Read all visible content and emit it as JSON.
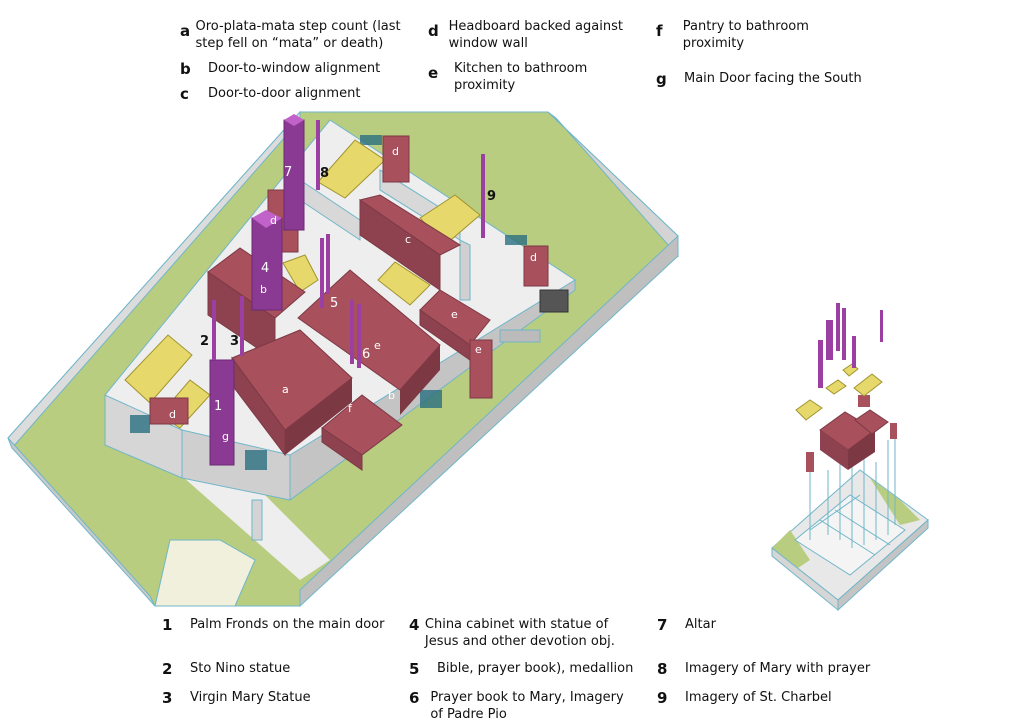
{
  "legend_letters": [
    {
      "key": "a",
      "text": "Oro-plata-mata step count (last step fell on “mata” or death)"
    },
    {
      "key": "b",
      "text": "Door-to-window alignment"
    },
    {
      "key": "c",
      "text": "Door-to-door alignment"
    },
    {
      "key": "d",
      "text": "Headboard backed against window wall"
    },
    {
      "key": "e",
      "text": "Kitchen to bathroom proximity"
    },
    {
      "key": "f",
      "text": "Pantry to bathroom proximity"
    },
    {
      "key": "g",
      "text": "Main Door facing the South"
    }
  ],
  "legend_numbers": [
    {
      "key": "1",
      "text": "Palm Fronds on the main door"
    },
    {
      "key": "2",
      "text": "Sto Nino statue"
    },
    {
      "key": "3",
      "text": "Virgin Mary Statue"
    },
    {
      "key": "4",
      "text": "China cabinet with statue of Jesus and other devotion obj."
    },
    {
      "key": "5",
      "text": "Bible, prayer book), medallion"
    },
    {
      "key": "6",
      "text": "Prayer book to Mary, Imagery of Padre Pio"
    },
    {
      "key": "7",
      "text": "Altar"
    },
    {
      "key": "8",
      "text": "Imagery of Mary with prayer"
    },
    {
      "key": "9",
      "text": "Imagery of  St. Charbel"
    }
  ],
  "plan_labels": {
    "a": "a",
    "b1": "b",
    "b2": "b",
    "c": "c",
    "d1": "d",
    "d2": "d",
    "d3": "d",
    "d4": "d",
    "e1": "e",
    "e2": "e",
    "e3": "e",
    "f": "f",
    "g": "g",
    "n1": "1",
    "n2": "2",
    "n3": "3",
    "n4": "4",
    "n5": "5",
    "n6": "6",
    "n7": "7",
    "n8": "8",
    "n9": "9"
  },
  "colors": {
    "lawn": "#b8cd80",
    "wall": "#d9d9d9",
    "wall_edge": "#6fb6c9",
    "maroon": "#a9505d",
    "maroon_dark": "#7c3944",
    "purple": "#9b3fa3",
    "yellow": "#e6d86a",
    "floor": "#f2f2f2"
  }
}
